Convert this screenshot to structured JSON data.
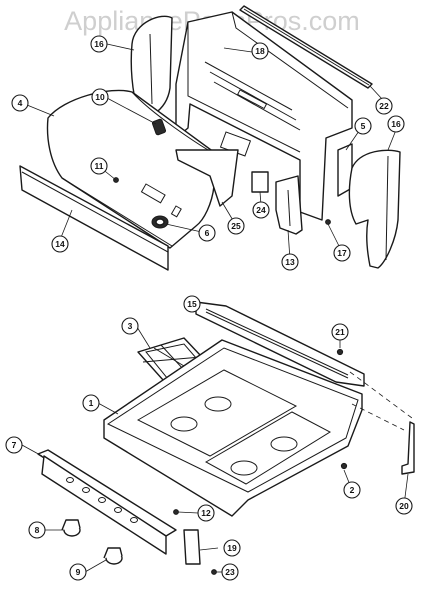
{
  "watermark": "AppliancePartsPros.com",
  "callouts": [
    {
      "id": "c16a",
      "label": "16"
    },
    {
      "id": "c18",
      "label": "18"
    },
    {
      "id": "c22",
      "label": "22"
    },
    {
      "id": "c4",
      "label": "4"
    },
    {
      "id": "c10",
      "label": "10"
    },
    {
      "id": "c5",
      "label": "5"
    },
    {
      "id": "c16b",
      "label": "16"
    },
    {
      "id": "c11",
      "label": "11"
    },
    {
      "id": "c24",
      "label": "24"
    },
    {
      "id": "c25",
      "label": "25"
    },
    {
      "id": "c6",
      "label": "6"
    },
    {
      "id": "c14",
      "label": "14"
    },
    {
      "id": "c13",
      "label": "13"
    },
    {
      "id": "c17",
      "label": "17"
    },
    {
      "id": "c15",
      "label": "15"
    },
    {
      "id": "c3",
      "label": "3"
    },
    {
      "id": "c21",
      "label": "21"
    },
    {
      "id": "c1",
      "label": "1"
    },
    {
      "id": "c7",
      "label": "7"
    },
    {
      "id": "c2",
      "label": "2"
    },
    {
      "id": "c20",
      "label": "20"
    },
    {
      "id": "c12",
      "label": "12"
    },
    {
      "id": "c8",
      "label": "8"
    },
    {
      "id": "c19",
      "label": "19"
    },
    {
      "id": "c9",
      "label": "9"
    },
    {
      "id": "c23",
      "label": "23"
    }
  ]
}
